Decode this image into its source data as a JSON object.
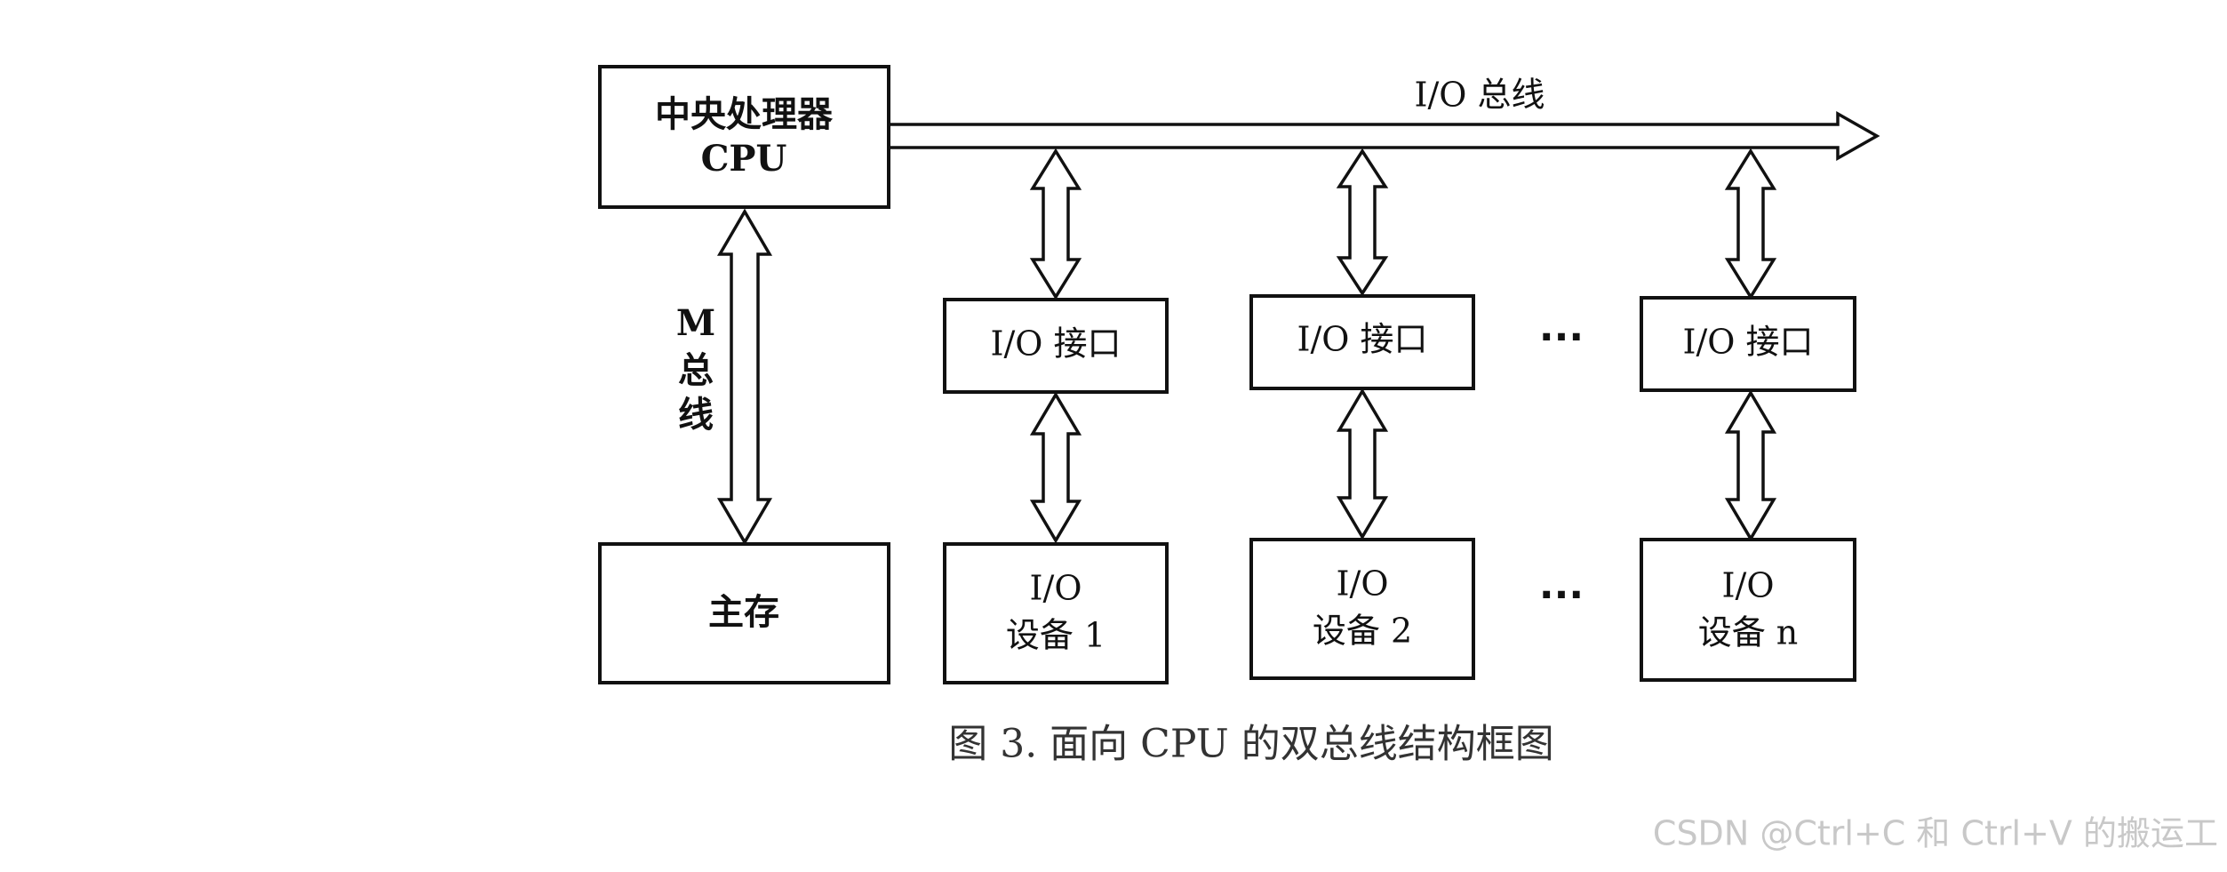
{
  "nodes": {
    "cpu": {
      "line1": "中央处理器",
      "line2": "CPU"
    },
    "memory": {
      "label": "主存"
    },
    "interfaces": [
      {
        "label": "I/O 接口"
      },
      {
        "label": "I/O 接口"
      },
      {
        "label": "I/O 接口"
      }
    ],
    "devices": [
      {
        "line1": "I/O",
        "line2": "设备  1"
      },
      {
        "line1": "I/O",
        "line2": "设备  2"
      },
      {
        "line1": "I/O",
        "line2": "设备  n"
      }
    ]
  },
  "buses": {
    "io_bus": {
      "label": "I/O 总线"
    },
    "m_bus": {
      "chars": [
        "M",
        "总",
        "线"
      ]
    }
  },
  "ellipsis": "···",
  "caption": "图 3.    面向 CPU 的双总线结构框图",
  "watermark": "CSDN @Ctrl+C 和 Ctrl+V 的搬运工"
}
